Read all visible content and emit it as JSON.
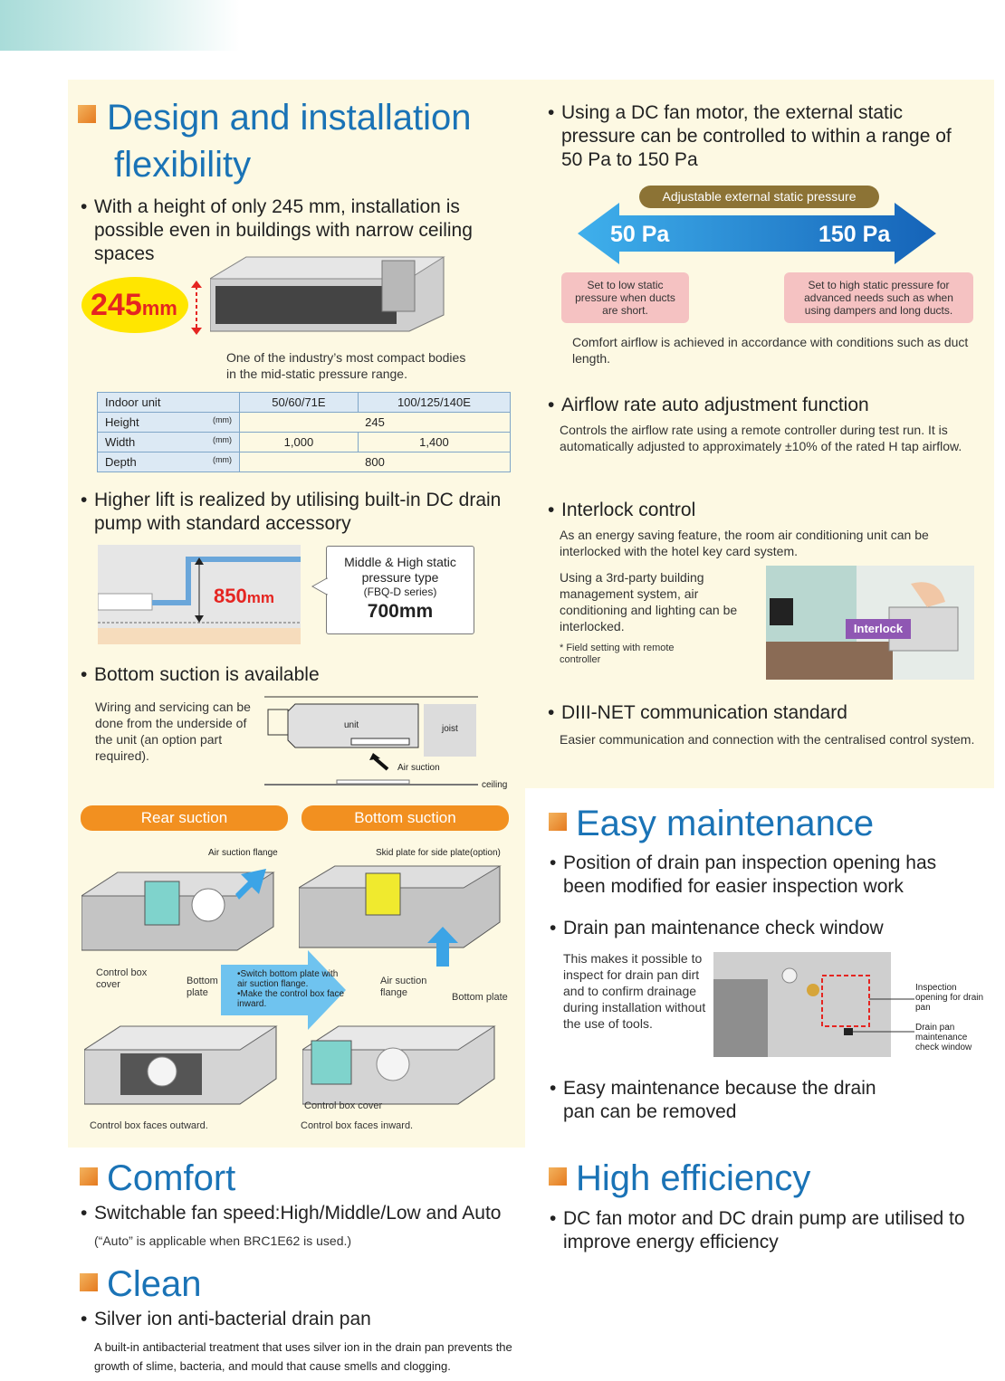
{
  "design": {
    "title_line1": "Design and installation",
    "title_line2": "flexibility",
    "bullet_height": "With a height of only 245 mm, installation is possible even in buildings with narrow ceiling spaces",
    "badge_number": "245",
    "badge_unit": "mm",
    "compact_caption_line1": "One of the industry’s most compact bodies",
    "compact_caption_line2": "in the mid-static pressure range.",
    "table": {
      "header": [
        "Indoor unit",
        "50/60/71E",
        "100/125/140E"
      ],
      "unit": "(mm)",
      "rows": [
        {
          "label": "Height",
          "c1": "245",
          "c2": ""
        },
        {
          "label": "Width",
          "c1": "1,000",
          "c2": "1,400"
        },
        {
          "label": "Depth",
          "c1": "800",
          "c2": ""
        }
      ]
    },
    "bullet_lift": "Higher lift is realized by utilising built-in DC drain pump with standard accessory",
    "lift_number": "850",
    "lift_unit": "mm",
    "callout_line1": "Middle & High static",
    "callout_line2": "pressure type",
    "callout_line3": "(FBQ-D series)",
    "callout_value": "700mm",
    "bullet_bottom": "Bottom suction is available",
    "wiring_text": "Wiring and servicing can be done from the underside of the unit (an option part required).",
    "diagram_unit": "unit",
    "diagram_joist": "joist",
    "diagram_air": "Air suction",
    "diagram_ceiling": "ceiling",
    "rear_label": "Rear suction",
    "bottom_label": "Bottom suction",
    "air_flange": "Air suction flange",
    "skid_plate": "Skid plate for side plate(option)",
    "control_box_cover": "Control box cover",
    "bottom_plate_left": "Bottom plate",
    "switch_note1": "•Switch bottom plate with air suction flange.",
    "switch_note2": "•Make the control box face inward.",
    "air_flange_right": "Air suction flange",
    "bottom_plate_right": "Bottom plate",
    "control_box_cover_2": "Control box cover",
    "faces_outward": "Control box faces outward.",
    "faces_inward": "Control box faces inward."
  },
  "right": {
    "bullet_dc": "Using a DC fan motor, the external static pressure can be controlled to within a range of 50 Pa to 150 Pa",
    "adjustable_label": "Adjustable external static pressure",
    "low_pa": "50 Pa",
    "high_pa": "150 Pa",
    "low_note": "Set to low static pressure when ducts are short.",
    "high_note": "Set to high static pressure for advanced needs such as when using dampers and long ducts.",
    "comfort_airflow": "Comfort airflow is achieved in accordance with conditions such as duct length.",
    "bullet_airflow": "Airflow rate auto adjustment function",
    "airflow_text": "Controls the airflow rate using a remote controller during test run. It is automatically adjusted to approximately ±10% of the rated H tap airflow.",
    "bullet_interlock": "Interlock control",
    "interlock_text": "As an energy saving feature, the room air conditioning unit can be interlocked with the hotel key card system.",
    "interlock_3rd": "Using a 3rd-party building management system, air conditioning and lighting can be interlocked.",
    "interlock_note": "* Field setting with remote controller",
    "interlock_label": "Interlock",
    "bullet_diii": "DIII-NET communication standard",
    "diii_text": "Easier communication and connection with the centralised control system."
  },
  "maintenance": {
    "title": "Easy maintenance",
    "bullet1": "Position of drain pan inspection opening has been modified for easier inspection work",
    "bullet2": "Drain pan maintenance check window",
    "check_text": "This makes it possible to inspect for drain pan dirt and to confirm drainage during installation without the use of tools.",
    "label_inspection": "Inspection opening for drain pan",
    "label_window": "Drain pan maintenance check window",
    "bullet3": "Easy maintenance because the drain pan can be removed"
  },
  "comfort": {
    "title": "Comfort",
    "bullet": "Switchable fan speed:High/Middle/Low and Auto",
    "note": "(“Auto” is applicable when BRC1E62 is used.)"
  },
  "clean": {
    "title": "Clean",
    "bullet": "Silver ion anti-bacterial drain pan",
    "text": "A built-in antibacterial treatment that uses silver ion in the drain pan prevents the growth of slime, bacteria, and mould that cause smells and clogging."
  },
  "efficiency": {
    "title": "High efficiency",
    "bullet": "DC fan motor and DC drain pump are utilised to improve energy efficiency"
  },
  "colors": {
    "heading_blue": "#1a73b6",
    "panel_cream": "#fdf9e3",
    "accent_orange": "#f29020",
    "pa_blue": "#1f8fd6"
  }
}
